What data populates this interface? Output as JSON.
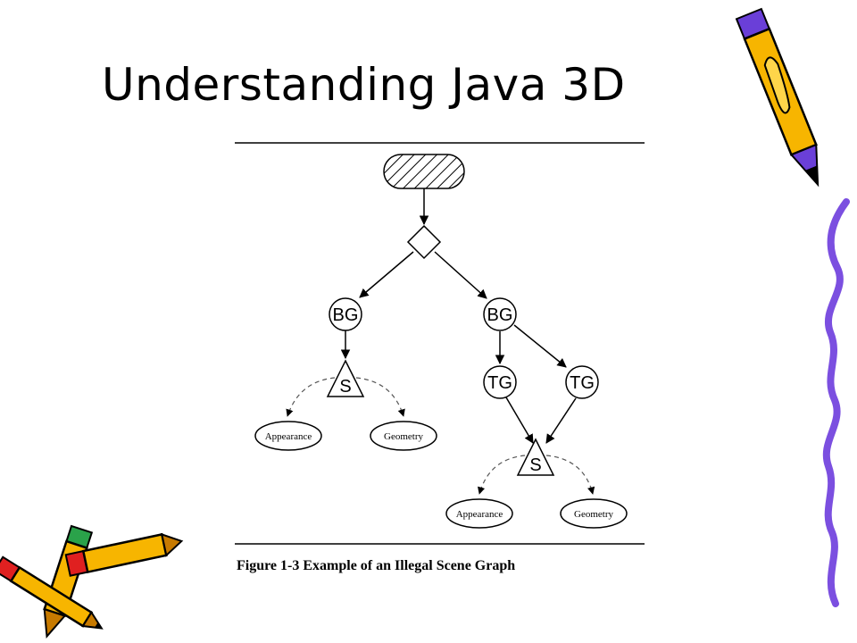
{
  "slide": {
    "title": "Understanding Java 3D",
    "caption": "Figure 1-3 Example of an Illegal Scene Graph"
  },
  "diagram": {
    "nodes": {
      "bg_left": "BG",
      "bg_right": "BG",
      "shape_left": "S",
      "shape_right": "S",
      "tg_left": "TG",
      "tg_right": "TG",
      "appearance_left": "Appearance",
      "geometry_left": "Geometry",
      "appearance_right": "Appearance",
      "geometry_right": "Geometry"
    }
  },
  "decorations": [
    "pencil-icon",
    "crossed-pencils-icon",
    "wavy-border-line"
  ],
  "colors": {
    "pencil_body": "#f7b500",
    "pencil_accent": "#6a3fd8",
    "pencil_eraser_red": "#e02020",
    "pencil_eraser_green": "#2aa24a",
    "wavy_line": "#7b4fe0"
  }
}
